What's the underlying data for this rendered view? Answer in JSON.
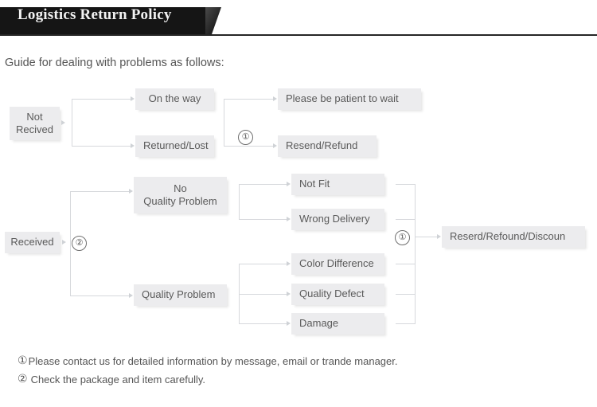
{
  "header": {
    "title": "Logistics Return Policy",
    "accent_color": "#151515",
    "rule_color": "#262626"
  },
  "guide": {
    "text": "Guide for dealing with problems as follows:"
  },
  "theme": {
    "node_bg": "#ececee",
    "node_text": "#5a5a5a",
    "connector": "#d6d8dc",
    "page_bg": "#ffffff"
  },
  "flow": {
    "branch_not_received": {
      "root": "Not\nRecived",
      "stages": [
        {
          "label": "On the way",
          "outcome": "Please be patient to wait"
        },
        {
          "label": "Returned/Lost",
          "outcome": "Resend/Refund"
        }
      ],
      "marker": "①"
    },
    "branch_received": {
      "root": "Received",
      "marker": "②",
      "groups": [
        {
          "label": "No\nQuality Problem",
          "reasons": [
            "Not Fit",
            "Wrong Delivery"
          ]
        },
        {
          "label": "Quality Problem",
          "reasons": [
            "Color Difference",
            "Quality Defect",
            "Damage"
          ]
        }
      ],
      "merge_marker": "①",
      "outcome": "Reserd/Refound/Discoun"
    }
  },
  "footnotes": [
    {
      "mark": "①",
      "text": "Please contact us for detailed information by message, email or trande manager."
    },
    {
      "mark": "②",
      "text": "Check the package and item carefully."
    }
  ]
}
